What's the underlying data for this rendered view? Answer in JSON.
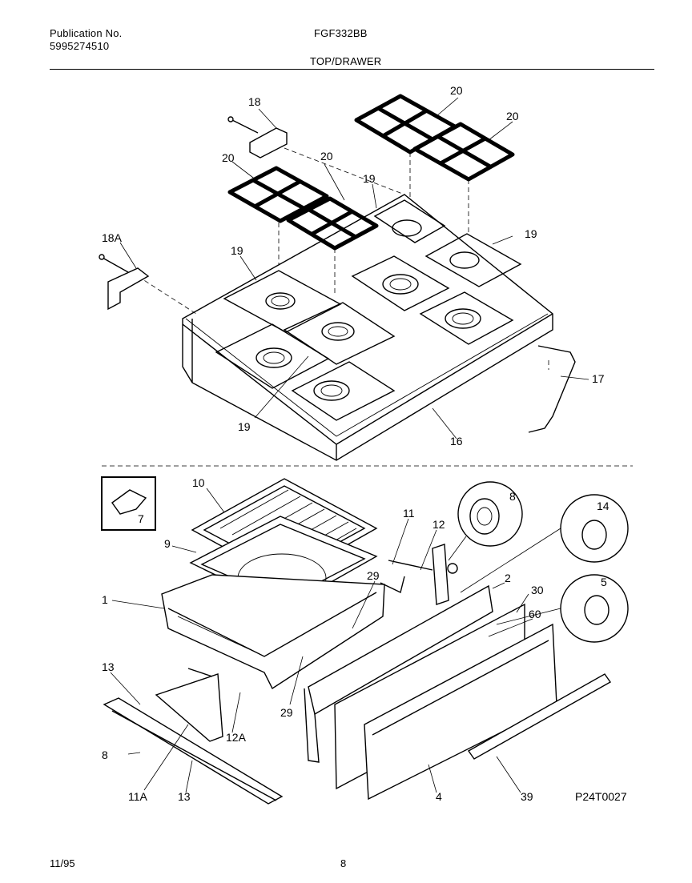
{
  "header": {
    "publication_label": "Publication No.",
    "publication_number": "5995274510",
    "model": "FGF332BB",
    "section_title": "TOP/DRAWER"
  },
  "footer": {
    "date": "11/95",
    "page": "8"
  },
  "diagram": {
    "code": "P24T0027",
    "inset_label": "7",
    "callouts": [
      "18",
      "20",
      "20",
      "20",
      "20",
      "19",
      "19",
      "19",
      "19",
      "18A",
      "17",
      "16",
      "10",
      "9",
      "1",
      "11",
      "12",
      "8",
      "14",
      "5",
      "2",
      "30",
      "60",
      "29",
      "29",
      "13",
      "12A",
      "8",
      "11A",
      "13",
      "4",
      "39"
    ]
  }
}
